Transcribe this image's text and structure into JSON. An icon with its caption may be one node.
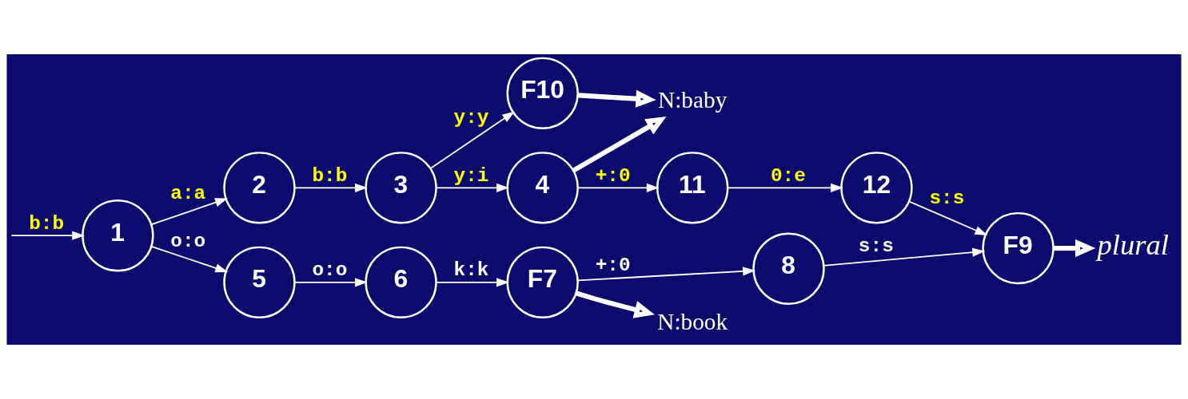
{
  "diagram": {
    "nodes": [
      {
        "text": [
          "1"
        ]
      },
      {
        "text": [
          "2"
        ]
      },
      {
        "text": [
          "3"
        ]
      },
      {
        "text": [
          "F10"
        ]
      },
      {
        "text": [
          "4"
        ]
      },
      {
        "text": [
          "11"
        ]
      },
      {
        "text": [
          "12"
        ]
      },
      {
        "text": [
          "5"
        ]
      },
      {
        "text": [
          "6"
        ]
      },
      {
        "text": [
          "F7"
        ]
      },
      {
        "text": [
          "8"
        ]
      },
      {
        "text": [
          "F9"
        ]
      },
      {
        "text": [
          "N:baby"
        ]
      },
      {
        "text": [
          "N:book"
        ]
      },
      {
        "text": [
          "plural"
        ]
      }
    ],
    "edges": [
      {
        "from": null,
        "to": 0,
        "arrow": "to",
        "label": "b:b"
      },
      {
        "from": 0,
        "to": 1,
        "arrow": "to",
        "label": "a:a"
      },
      {
        "from": 1,
        "to": 2,
        "arrow": "to",
        "label": "b:b"
      },
      {
        "from": 2,
        "to": 3,
        "arrow": "to",
        "label": "y:y"
      },
      {
        "from": 2,
        "to": 4,
        "arrow": "to",
        "label": "y:i"
      },
      {
        "from": 4,
        "to": 5,
        "arrow": "to",
        "label": "+:0"
      },
      {
        "from": 5,
        "to": 6,
        "arrow": "to",
        "label": "0:e"
      },
      {
        "from": 6,
        "to": 11,
        "arrow": "to",
        "label": "s:s"
      },
      {
        "from": 0,
        "to": 7,
        "arrow": "to",
        "label": "o:o"
      },
      {
        "from": 7,
        "to": 8,
        "arrow": "to",
        "label": "o:o"
      },
      {
        "from": 8,
        "to": 9,
        "arrow": "to",
        "label": "k:k"
      },
      {
        "from": 9,
        "to": 10,
        "arrow": "to",
        "label": "+:0"
      },
      {
        "from": 10,
        "to": 11,
        "arrow": "to",
        "label": "s:s"
      },
      {
        "from": 3,
        "to": 12,
        "arrow": "to",
        "style": "thick"
      },
      {
        "from": 4,
        "to": 12,
        "arrow": "to",
        "style": "thick"
      },
      {
        "from": 9,
        "to": 13,
        "arrow": "to",
        "style": "thick"
      },
      {
        "from": 11,
        "to": 14,
        "arrow": "to",
        "style": "thick"
      }
    ]
  }
}
